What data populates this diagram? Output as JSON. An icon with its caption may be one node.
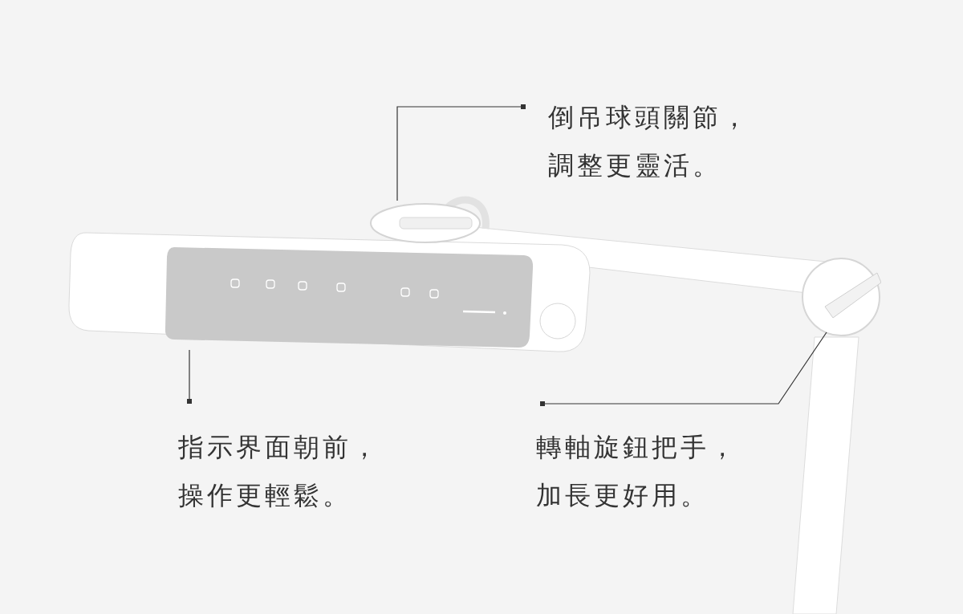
{
  "diagram": {
    "nodes": [
      {
        "text": [
          "倒吊球頭關節，調整更靈活。"
        ]
      },
      {
        "text": [],
        "shape": "picture"
      },
      {
        "text": [
          "指示界面朝前，操作更輕鬆。"
        ]
      },
      {
        "text": [],
        "shape": "picture"
      },
      {
        "text": [
          "轉軸旋鈕把手，加長更好用。"
        ]
      },
      {
        "text": [],
        "shape": "picture"
      }
    ],
    "edges": [
      {
        "from": 0,
        "to": 1,
        "arrow": "other"
      },
      {
        "from": 2,
        "to": 3,
        "arrow": "other"
      },
      {
        "from": 4,
        "to": 5,
        "arrow": "other"
      }
    ]
  }
}
